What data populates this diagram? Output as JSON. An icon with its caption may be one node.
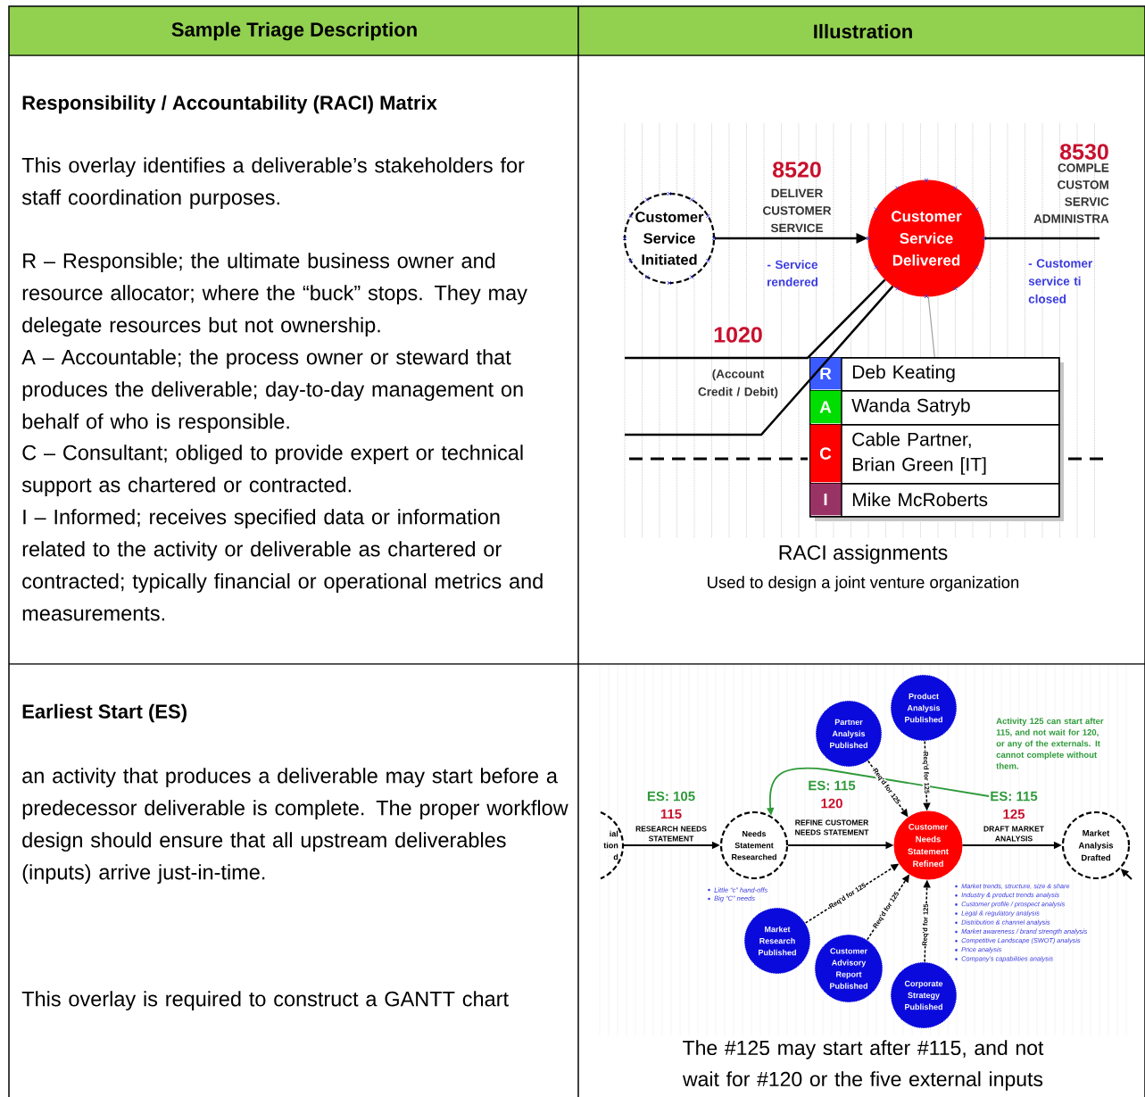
{
  "diagram": {
    "nodes": [
      {
        "text": [
          "Customer Service Initiated"
        ]
      },
      {
        "text": [
          "Customer Service Delivered"
        ]
      },
      {
        "text": [],
        "shape": "box"
      },
      {
        "text": [
          "R",
          "Deb Keating"
        ],
        "in": 2
      },
      {
        "text": [
          "A",
          "Wanda Satryb"
        ],
        "in": 2
      },
      {
        "text": [
          "C",
          "Cable Partner, Brian Green [IT]"
        ],
        "in": 2
      },
      {
        "text": [
          "I",
          "Mike McRoberts"
        ],
        "in": 2
      },
      {
        "text": [
          "ial tion d"
        ]
      },
      {
        "text": [
          "Needs Statement Researched"
        ]
      },
      {
        "text": [
          "Customer Needs Statement Refined"
        ]
      },
      {
        "text": [
          "Market Analysis Drafted"
        ]
      },
      {
        "text": [
          "Partner Analysis Published"
        ]
      },
      {
        "text": [
          "Product Analysis Published"
        ]
      },
      {
        "text": [
          "Market Research Published"
        ]
      },
      {
        "text": [
          "Customer Advisory Report Published"
        ]
      },
      {
        "text": [
          "Corporate Strategy Published"
        ]
      },
      {
        "text": [
          "ES: 115"
        ]
      }
    ],
    "edges": [
      {
        "from": 0,
        "to": 1,
        "arrow": "to"
      },
      {
        "from": 1,
        "to": null,
        "arrow": "none"
      },
      {
        "from": null,
        "to": 1,
        "arrow": "none"
      },
      {
        "from": null,
        "to": 1,
        "arrow": "none"
      },
      {
        "from": 2,
        "to": 1,
        "arrow": "none",
        "color": "#a0a0a0"
      },
      {
        "from": 7,
        "to": 8,
        "arrow": "to"
      },
      {
        "from": 8,
        "to": 9,
        "arrow": "to"
      },
      {
        "from": 9,
        "to": 10,
        "arrow": "to"
      },
      {
        "from": null,
        "to": 10,
        "arrow": "to"
      },
      {
        "from": 11,
        "to": 9,
        "arrow": "to",
        "style": "dashed",
        "label": "Req'd for 125"
      },
      {
        "from": 12,
        "to": 9,
        "arrow": "to",
        "style": "dashed",
        "label": "Req'd for 125"
      },
      {
        "from": 13,
        "to": 9,
        "arrow": "to",
        "style": "dashed",
        "label": "Req'd for 125"
      },
      {
        "from": 14,
        "to": 9,
        "arrow": "to",
        "style": "dashed",
        "label": "Req'd for 125"
      },
      {
        "from": 15,
        "to": 9,
        "arrow": "to",
        "style": "dashed",
        "label": "Req'd for 125"
      },
      {
        "from": 16,
        "to": 8,
        "arrow": "to",
        "color": "#2e9a3a"
      }
    ],
    "labels": [
      "Sample Triage Description",
      "Illustration",
      "Responsibility / Accountability (RACI) Matrix",
      "This overlay identifies a deliverable’s stakeholders for staff coordination purposes.",
      "R – Responsible; the ultimate business owner and resource allocator; where the “buck” stops. They may delegate resources but not ownership.",
      "A – Accountable; the process owner or steward that produces the deliverable; day-to-day management on behalf of who is responsible.",
      "C – Consultant; obliged to provide expert or technical support as chartered or contracted.",
      "I – Informed; receives specified data or information related to the activity or deliverable as chartered or contracted; typically financial or operational metrics and measurements.",
      "8520",
      "DELIVER CUSTOMER SERVICE",
      "- Service rendered",
      "8530",
      "COMPLE CUSTOM SERVIC ADMINISTRA",
      "- Customer service ti closed",
      "1020",
      "(Account Credit / Debit)",
      "RACI assignments",
      "Used to design a joint venture organization",
      "Earliest Start (ES)",
      "an activity that produces a deliverable may start before a predecessor deliverable is complete.  The proper workflow design should ensure that all upstream deliverables (inputs) arrive just-in-time.",
      "This overlay is required to construct a GANTT chart",
      "ES: 105",
      "115",
      "RESEARCH NEEDS STATEMENT",
      "ES: 115",
      "120",
      "REFINE CUSTOMER NEEDS STATEMENT",
      "125",
      "DRAFT MARKET ANALYSIS",
      "Activity 125 can start after 115, and not wait for 120, or any of the externals.  It cannot complete without them.",
      "Little “c” hand-offs",
      "Big “C” needs",
      "Market trends, structure, size & share",
      "Industry & product trends analysis",
      "Customer profile / prospect analysis",
      "Legal & regulatory analysis",
      "Distribution & channel analysis",
      "Market awareness / brand strength analysis",
      "Competitive Landscape (SWOT) analysis",
      "Price analysis",
      "Company’s capabilities analysis",
      "The #125 may start after #115, and not wait for #120 or the five external inputs"
    ]
  }
}
